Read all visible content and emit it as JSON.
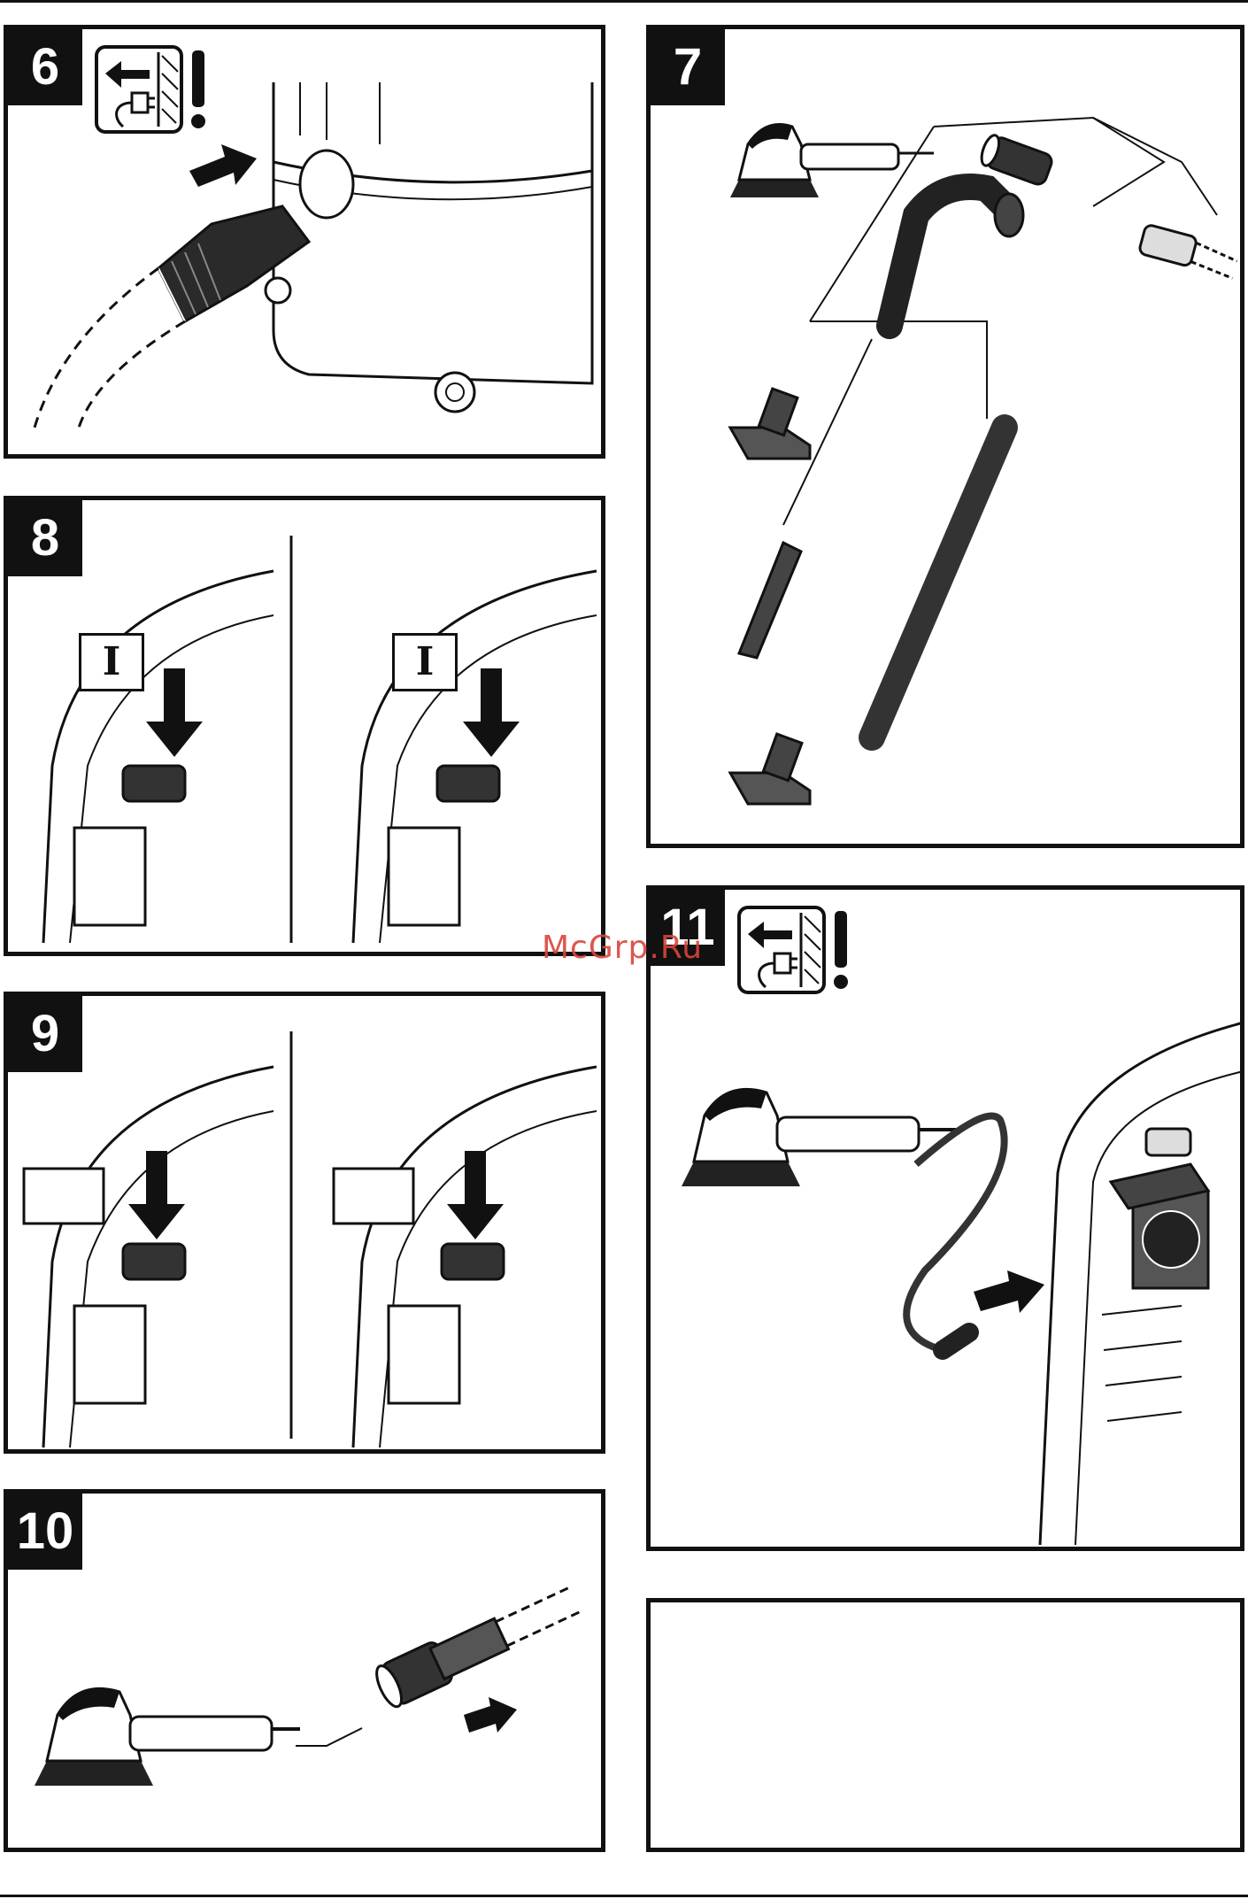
{
  "panels": {
    "p6": {
      "number": "6"
    },
    "p7": {
      "number": "7"
    },
    "p8": {
      "number": "8",
      "switch_label_left": "I",
      "switch_label_right": "I"
    },
    "p9": {
      "number": "9"
    },
    "p10": {
      "number": "10"
    },
    "p11": {
      "number": "11"
    }
  },
  "watermark": "McGrp.Ru",
  "icons": {
    "unplug_warning": "unplug-warning-icon",
    "press_arrow": "down-arrow-icon",
    "insert_arrow": "right-arrow-icon"
  },
  "colors": {
    "ink": "#111111",
    "panel_bg": "#ffffff",
    "watermark": "#d9453b"
  }
}
